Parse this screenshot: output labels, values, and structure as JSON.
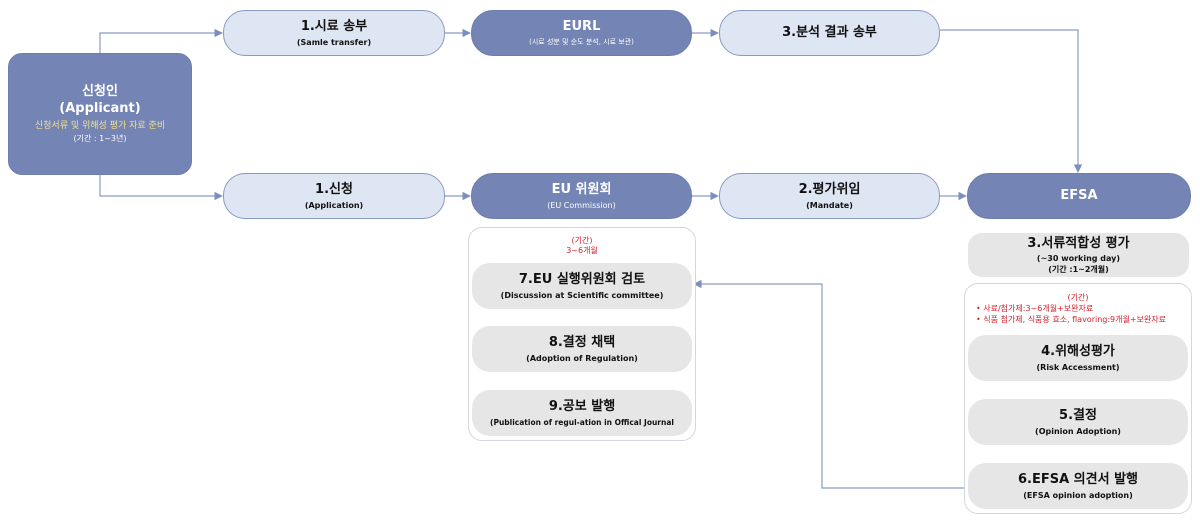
{
  "applicant": {
    "title": "신청인",
    "title_en": "(Applicant)",
    "prep": "신청서류 및 위해성 평가 자료 준비",
    "period": "(기간 : 1~3년)"
  },
  "top_row": {
    "sample_transfer": {
      "label": "1.시료 송부",
      "sub": "(Samle transfer)"
    },
    "eurl": {
      "label": "EURL",
      "sub": "(시료 성분 및 순도 분석, 시료 보관)"
    },
    "result_send": {
      "label": "3.분석 결과 송부"
    }
  },
  "bottom_row": {
    "application": {
      "label": "1.신청",
      "sub": "(Application)"
    },
    "commission": {
      "label": "EU 위원회",
      "sub": "(EU Commission)"
    },
    "mandate": {
      "label": "2.평가위임",
      "sub": "(Mandate)"
    },
    "efsa": {
      "label": "EFSA"
    }
  },
  "commission_panel": {
    "period_title": "(기간)",
    "period_value": "3~6개월",
    "steps": [
      {
        "label": "7.EU 실행위원회 검토",
        "sub": "(Discussion at Scientific committee)"
      },
      {
        "label": "8.결정 채택",
        "sub": "(Adoption of Regulation)"
      },
      {
        "label": "9.공보 발행",
        "sub": "(Publication of regul-ation in Offical Journal"
      }
    ]
  },
  "suitability": {
    "label": "3.서류적합성 평가",
    "sub1": "(~30 working day)",
    "sub2": "(기간 :1~2개월)"
  },
  "efsa_panel": {
    "period_title": "(기간)",
    "bullets": [
      "사료/첨가제:3~6개월+보완자료",
      "식품 첨가제, 식품용 효소, flavoring:9개월+보완자료"
    ],
    "steps": [
      {
        "label": "4.위해성평가",
        "sub": "(Risk Accessment)"
      },
      {
        "label": "5.결정",
        "sub": "(Opinion Adoption)"
      },
      {
        "label": "6.EFSA 의견서 발행",
        "sub": "(EFSA opinion adoption)"
      }
    ]
  },
  "colors": {
    "light_fill": "#dfe6f3",
    "dark_fill": "#7484b4",
    "grey_fill": "#e6e6e6",
    "connector": "#7a8fc0",
    "highlight_text": "#f2e08b",
    "note_red": "#d6212a"
  }
}
